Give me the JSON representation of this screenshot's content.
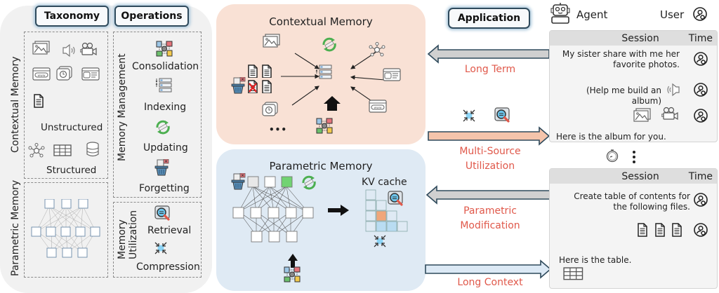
{
  "taxonomy": {
    "header": "Taxonomy",
    "contextual_memory": {
      "label": "Contextual Memory",
      "unstructured_label": "Unstructured",
      "structured_label": "Structured",
      "unstructured_icons": [
        "image-icon",
        "speaker-icon",
        "video-camera-icon",
        "web-page-icon",
        "chat-clock-icon",
        "profile-page-icon",
        "document-icon"
      ],
      "structured_icons": [
        "graph-icon",
        "table-icon",
        "database-icon"
      ]
    },
    "parametric_memory": {
      "label": "Parametric Memory"
    }
  },
  "operations": {
    "header": "Operations",
    "memory_management": {
      "label": "Memory Management",
      "items": [
        "Consolidation",
        "Indexing",
        "Updating",
        "Forgetting"
      ]
    },
    "memory_utilization": {
      "label": "Memory Utilization",
      "items": [
        "Retrieval",
        "Compression"
      ]
    }
  },
  "contextual_panel": {
    "title": "Contextual Memory",
    "ellipsis": "•••"
  },
  "parametric_panel": {
    "title": "Parametric Memory",
    "kv_cache_label": "KV cache"
  },
  "application": {
    "header": "Application",
    "arrows": [
      {
        "label": "Long Term",
        "direction": "left",
        "color": "#d0d0d0"
      },
      {
        "label": "Multi-Source Utilization",
        "direction": "right",
        "color": "#f5c4ab"
      },
      {
        "label": "Parametric Modification",
        "direction": "left",
        "color": "#d0d0d0"
      },
      {
        "label": "Long Context",
        "direction": "right",
        "color": "#dce9f5"
      }
    ],
    "label_color": "#e0584a"
  },
  "actors": {
    "agent": "Agent",
    "user": "User"
  },
  "sessions": [
    {
      "header_session": "Session",
      "header_time": "Time",
      "messages": [
        {
          "from": "user",
          "text": "My sister share with me her favorite photos."
        },
        {
          "from": "user",
          "text": "(Help me build an album)"
        },
        {
          "from": "user",
          "attachments": [
            "image-icon",
            "video-camera-icon"
          ]
        },
        {
          "from": "agent",
          "text": "Here is the album for you."
        }
      ]
    },
    {
      "header_session": "Session",
      "header_time": "Time",
      "messages": [
        {
          "from": "user",
          "text": "Create table of contents for the following files."
        },
        {
          "from": "user",
          "attachments": [
            "document-icon",
            "document-icon",
            "document-icon"
          ]
        },
        {
          "from": "agent",
          "text": "Here is the table.",
          "attachments": [
            "table-icon"
          ]
        }
      ]
    }
  ]
}
